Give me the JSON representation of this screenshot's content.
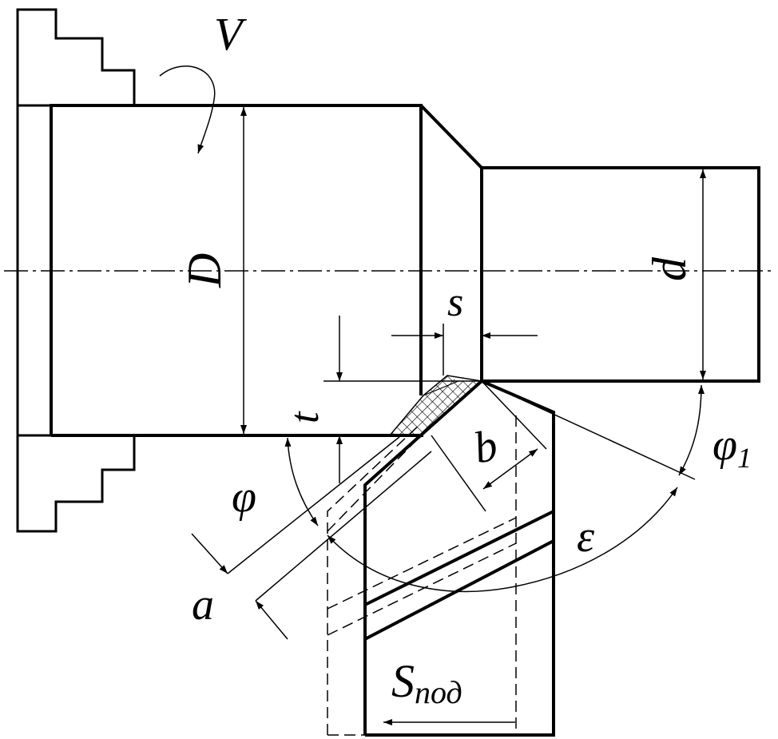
{
  "labels": {
    "V": "V",
    "D": "D",
    "d": "d",
    "s": "s",
    "t": "t",
    "b": "b",
    "phi": "φ",
    "phi1_main": "φ",
    "phi1_sub": "1",
    "epsilon": "ε",
    "a": "a",
    "S_main": "S",
    "S_sub": "под"
  },
  "colors": {
    "ink": "#000000",
    "paper": "#ffffff"
  }
}
